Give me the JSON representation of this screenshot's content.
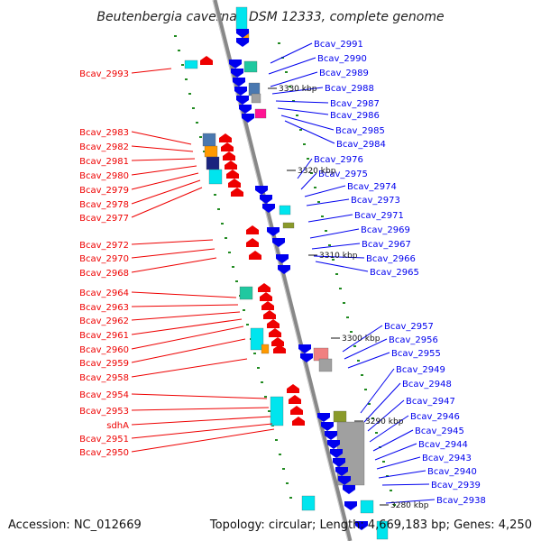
{
  "title": "Beutenbergia cavernae DSM 12333, complete genome",
  "footer": {
    "accession": "Accession: NC_012669",
    "summary": "Topology: circular; Length: 4,669,183 bp; Genes: 4,250"
  },
  "colors": {
    "forward": "#ee0000",
    "reverse": "#0000ee",
    "backbone": "#888888",
    "tick": "#228b22",
    "cds_cyan": "#00e5ee",
    "cds_teal": "#20c8a0",
    "cds_navy": "#1a237e",
    "cds_orange": "#ff9900",
    "cds_steel": "#4a78b0",
    "cds_magenta": "#ff1493",
    "cds_olive": "#8a9a2a",
    "cds_pink": "#f08080",
    "cds_gray": "#a0a0a0"
  },
  "kbp_marks": [
    "3330 kbp",
    "3320 kbp",
    "3310 kbp",
    "3300 kbp",
    "3290 kbp",
    "3280 kbp"
  ],
  "left_genes": [
    "Bcav_2993",
    "Bcav_2983",
    "Bcav_2982",
    "Bcav_2981",
    "Bcav_2980",
    "Bcav_2979",
    "Bcav_2978",
    "Bcav_2977",
    "Bcav_2972",
    "Bcav_2970",
    "Bcav_2968",
    "Bcav_2964",
    "Bcav_2963",
    "Bcav_2962",
    "Bcav_2961",
    "Bcav_2960",
    "Bcav_2959",
    "Bcav_2958",
    "Bcav_2954",
    "Bcav_2953",
    "sdhA",
    "Bcav_2951",
    "Bcav_2950"
  ],
  "right_genes": [
    "Bcav_2991",
    "Bcav_2990",
    "Bcav_2989",
    "Bcav_2988",
    "Bcav_2987",
    "Bcav_2986",
    "Bcav_2985",
    "Bcav_2984",
    "Bcav_2976",
    "Bcav_2975",
    "Bcav_2974",
    "Bcav_2973",
    "Bcav_2971",
    "Bcav_2969",
    "Bcav_2967",
    "Bcav_2966",
    "Bcav_2965",
    "Bcav_2957",
    "Bcav_2956",
    "Bcav_2955",
    "Bcav_2949",
    "Bcav_2948",
    "Bcav_2947",
    "Bcav_2946",
    "Bcav_2945",
    "Bcav_2944",
    "Bcav_2943",
    "Bcav_2940",
    "Bcav_2939",
    "Bcav_2938"
  ]
}
